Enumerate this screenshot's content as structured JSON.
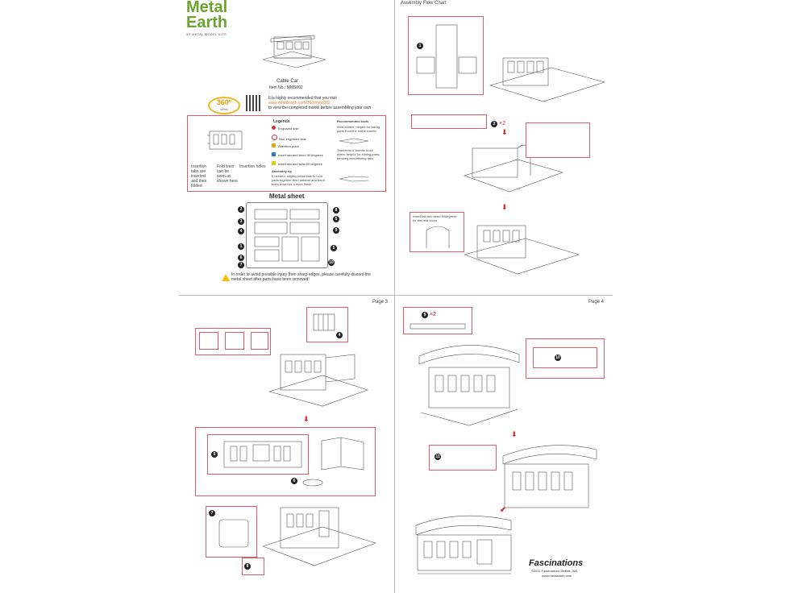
{
  "brand": {
    "line1": "Metal",
    "line2": "Earth",
    "tagline": "3D METAL MODEL KITS",
    "color": "#6aa42f"
  },
  "model": {
    "name": "Cable Car",
    "item_no": "Item No.: MMS002"
  },
  "view360": {
    "badge": "360°",
    "sub": "views",
    "text": "It is highly recommended that you visit",
    "url": "www.metalearth.com/360/mms002",
    "text2": "to view the completed model before assembling your own"
  },
  "legend": {
    "title": "Legends",
    "items": [
      "Engraved side",
      "Non-engraved side",
      "Attention point",
      "Insert tab and bend 90 degrees",
      "Insert tab and twist 90 degrees"
    ],
    "tip_title": "Assembly tip",
    "tip": "If needed, slightly bend tabs to hold parts together then unbend and bend them down for a more finish",
    "tools_title": "Recommended tools",
    "tools": [
      "Wire cutters: helpful for taking parts from the metal sheets",
      "Tweezers or needle nose pliers: helpful for folding parts, bending and twisting tabs"
    ],
    "labels": [
      "Insertion tabs are inserted and then folded",
      "Fold lines can be seen as shown here",
      "Insertion holes"
    ]
  },
  "sheet": {
    "title": "Metal sheet",
    "left_nums": [
      "2",
      "3",
      "4",
      "1",
      "6",
      "7"
    ],
    "right_nums": [
      "8",
      "5",
      "9",
      "5",
      "10"
    ]
  },
  "warning": "In order to avoid possible injury from sharp edges, please carefully discard the metal sheet after parts have been removed!",
  "pages": {
    "p2": "Assembly Flow Chart",
    "p3": "Page 3",
    "p4": "Page 4"
  },
  "steps": {
    "s1": "1",
    "s2": "2",
    "s2x": "×2",
    "s9": "9",
    "s9x": "×2",
    "s10": "10",
    "s11": "11",
    "s4": "4",
    "s5": "5",
    "s6": "6",
    "s7": "7",
    "s8": "8"
  },
  "p2note": "Insert tab and bend 90degrees for the rest doors",
  "footer": {
    "brand": "Fascinations",
    "copy": "©2011 Fascinations Seattle, WA",
    "url": "www.metalearth.com"
  }
}
